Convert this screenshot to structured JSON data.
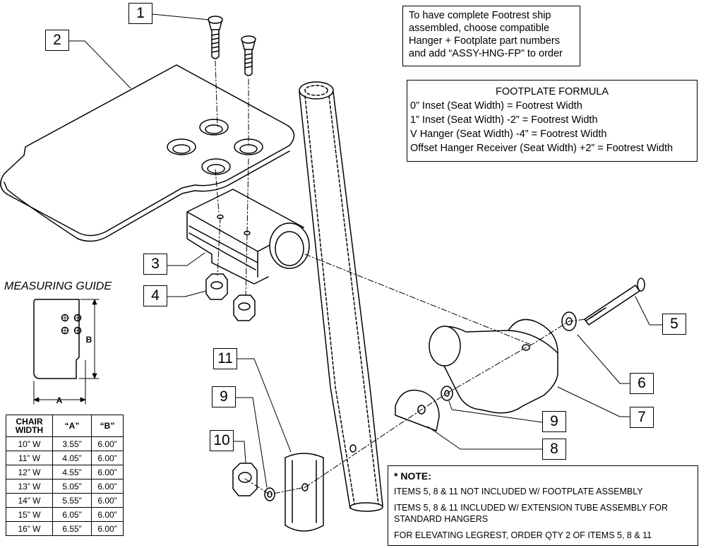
{
  "callouts": [
    "1",
    "2",
    "3",
    "4",
    "5",
    "6",
    "7",
    "8",
    "9",
    "9",
    "10",
    "11"
  ],
  "ship_note": [
    "To have complete Footrest ship",
    "assembled, choose compatible",
    "Hanger + Footplate part numbers",
    "and add “ASSY-HNG-FP” to order"
  ],
  "formula": {
    "title": "FOOTPLATE FORMULA",
    "lines": [
      "0” Inset (Seat Width) = Footrest Width",
      "1” Inset (Seat Width) -2” = Footrest Width",
      "V Hanger (Seat Width) -4” = Footrest Width",
      "Offset Hanger Receiver (Seat Width) +2” = Footrest Width"
    ]
  },
  "note": {
    "title": "* NOTE:",
    "lines": [
      "ITEMS 5, 8 & 11 NOT INCLUDED W/ FOOTPLATE ASSEMBLY",
      "ITEMS 5, 8 & 11 INCLUDED W/ EXTENSION TUBE ASSEMBLY FOR STANDARD HANGERS",
      "FOR ELEVATING LEGREST, ORDER QTY 2 OF ITEMS 5, 8 & 11"
    ]
  },
  "measuring_guide": {
    "title": "MEASURING GUIDE",
    "dim_a": "A",
    "dim_b": "B"
  },
  "table": {
    "headers": [
      "CHAIR WIDTH",
      "“A”",
      "“B”"
    ],
    "rows": [
      [
        "10” W",
        "3.55”",
        "6.00”"
      ],
      [
        "11” W",
        "4.05”",
        "6.00”"
      ],
      [
        "12” W",
        "4.55”",
        "6.00”"
      ],
      [
        "13” W",
        "5.05”",
        "6.00”"
      ],
      [
        "14” W",
        "5.55”",
        "6.00”"
      ],
      [
        "15” W",
        "6.05”",
        "6.00”"
      ],
      [
        "16” W",
        "6.55”",
        "6.00”"
      ]
    ]
  }
}
